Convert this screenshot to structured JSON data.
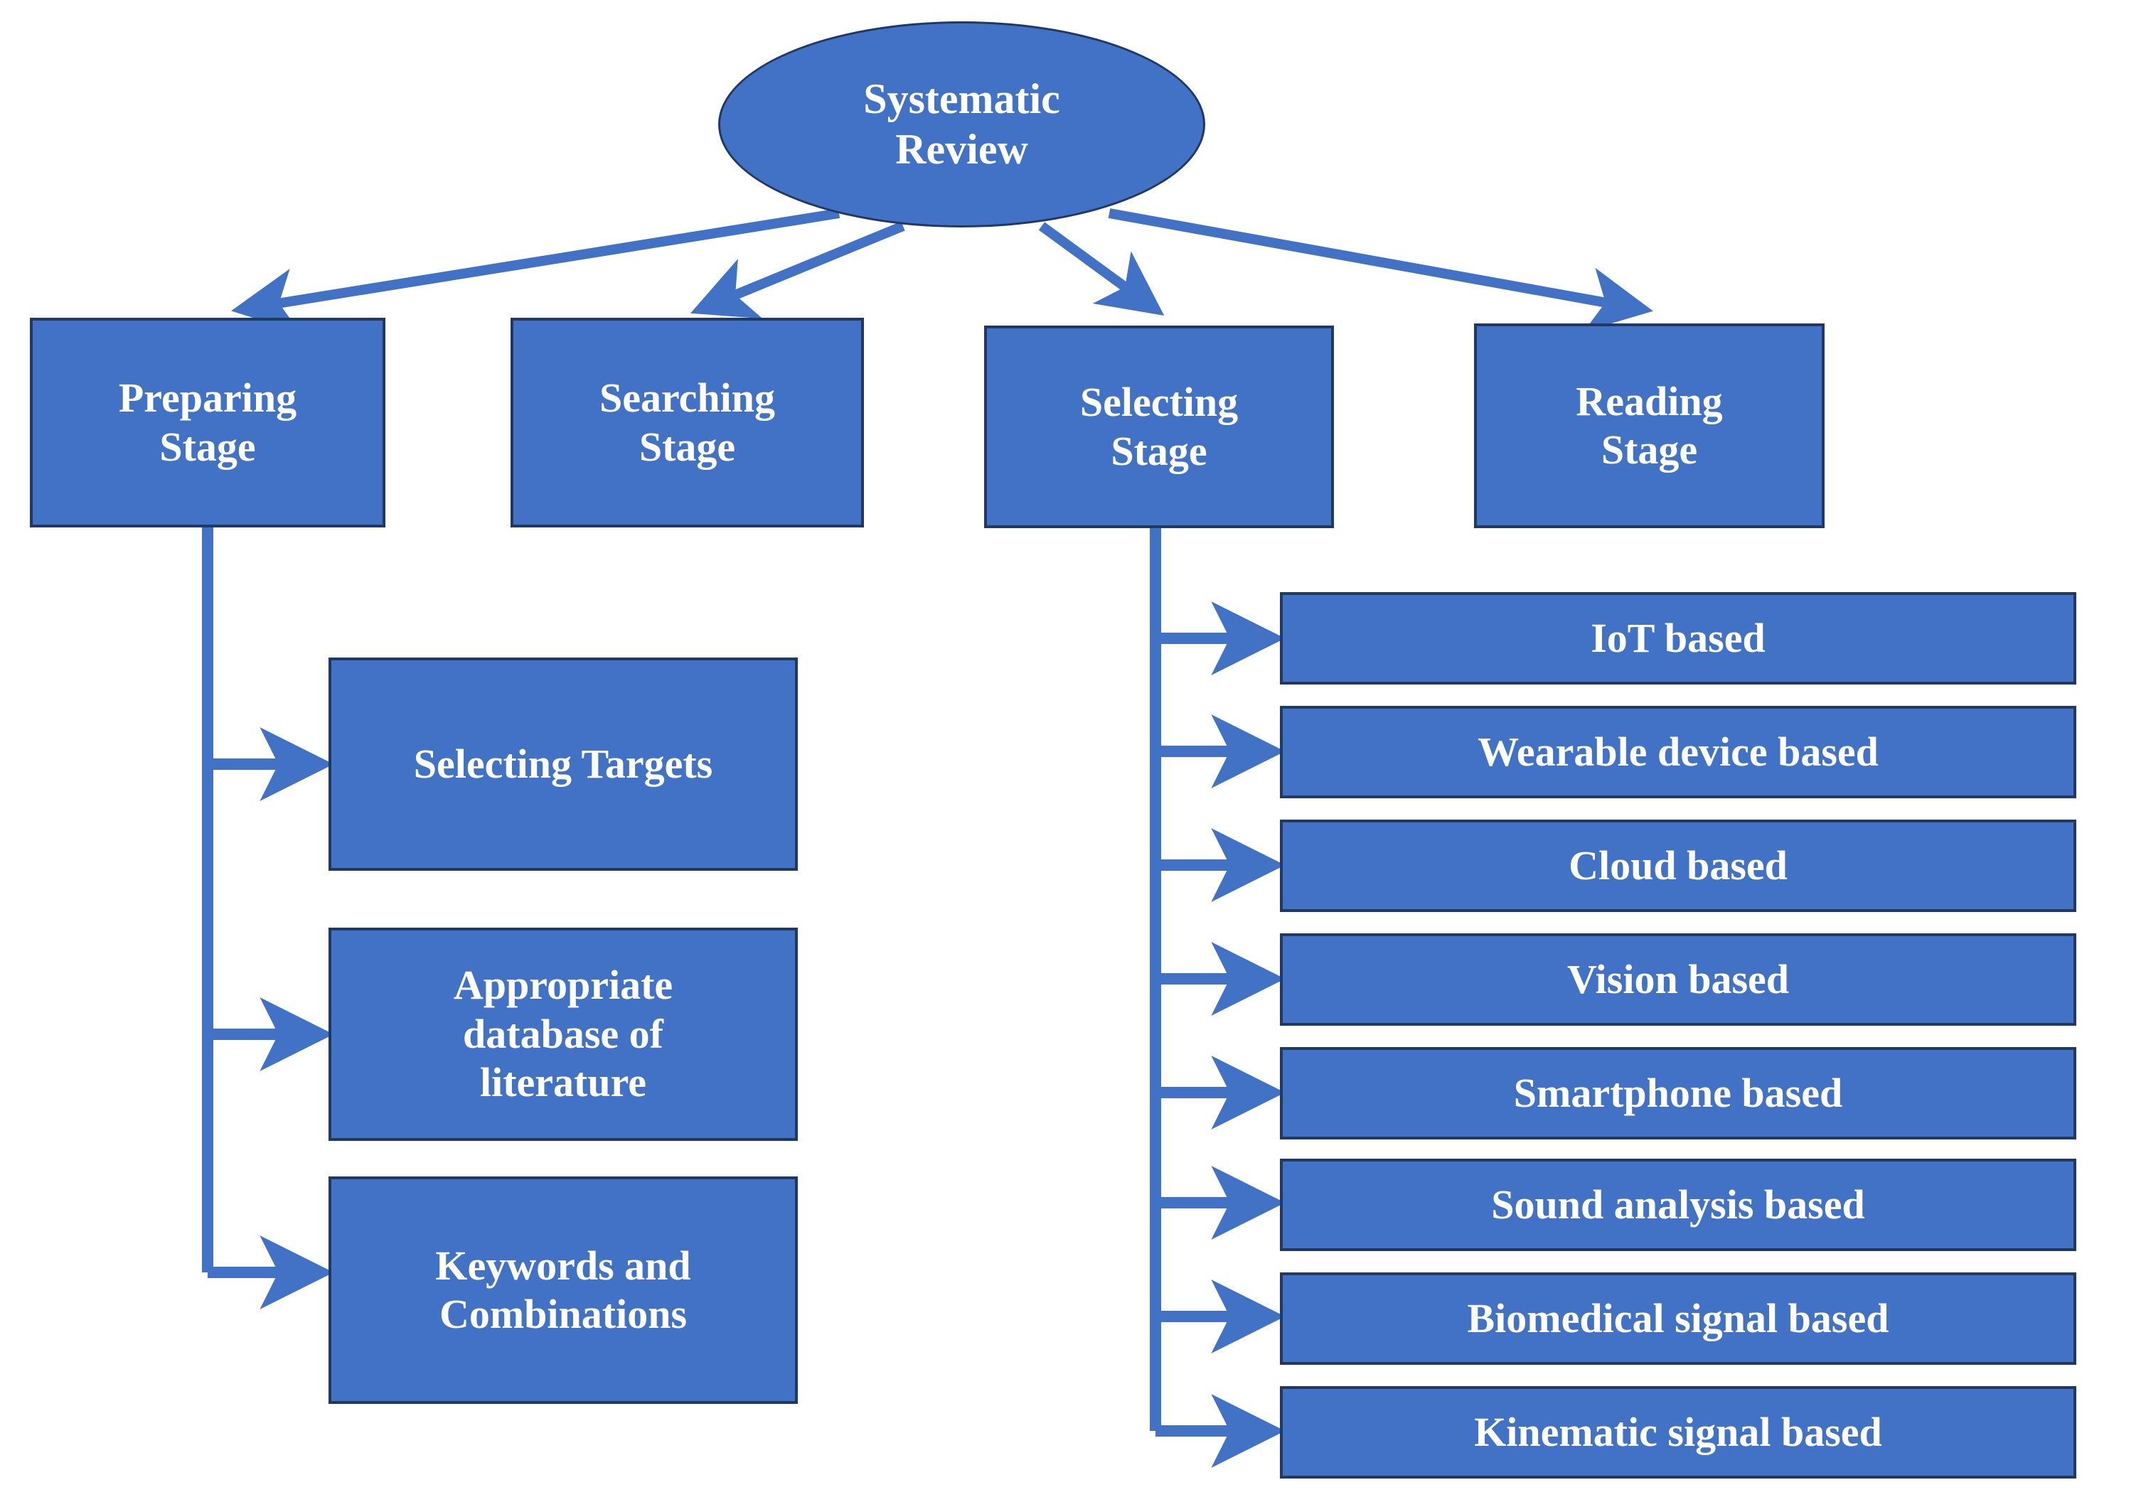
{
  "diagram": {
    "title_node": {
      "label": "Systematic\nReview",
      "shape": "ellipse",
      "name": "systematic-review"
    },
    "colors": {
      "fill": "#4272C5",
      "border": "#1F3864",
      "text": "#FFFFFF",
      "connector": "#4272C5",
      "background": "#FFFFFF"
    },
    "stages": [
      {
        "label": "Preparing\nStage",
        "name": "preparing-stage"
      },
      {
        "label": "Searching\nStage",
        "name": "searching-stage"
      },
      {
        "label": "Selecting\nStage",
        "name": "selecting-stage"
      },
      {
        "label": "Reading\nStage",
        "name": "reading-stage"
      }
    ],
    "preparing_children": [
      {
        "label": "Selecting Targets",
        "name": "selecting-targets"
      },
      {
        "label": "Appropriate\ndatabase of\nliterature",
        "name": "appropriate-database-of-literature"
      },
      {
        "label": "Keywords and\nCombinations",
        "name": "keywords-and-combinations"
      }
    ],
    "selecting_children": [
      {
        "label": "IoT based",
        "name": "iot-based"
      },
      {
        "label": "Wearable device based",
        "name": "wearable-device-based"
      },
      {
        "label": "Cloud based",
        "name": "cloud-based"
      },
      {
        "label": "Vision based",
        "name": "vision-based"
      },
      {
        "label": "Smartphone based",
        "name": "smartphone-based"
      },
      {
        "label": "Sound analysis based",
        "name": "sound-analysis-based"
      },
      {
        "label": "Biomedical signal based",
        "name": "biomedical-signal-based"
      },
      {
        "label": "Kinematic signal based",
        "name": "kinematic-signal-based"
      }
    ]
  }
}
